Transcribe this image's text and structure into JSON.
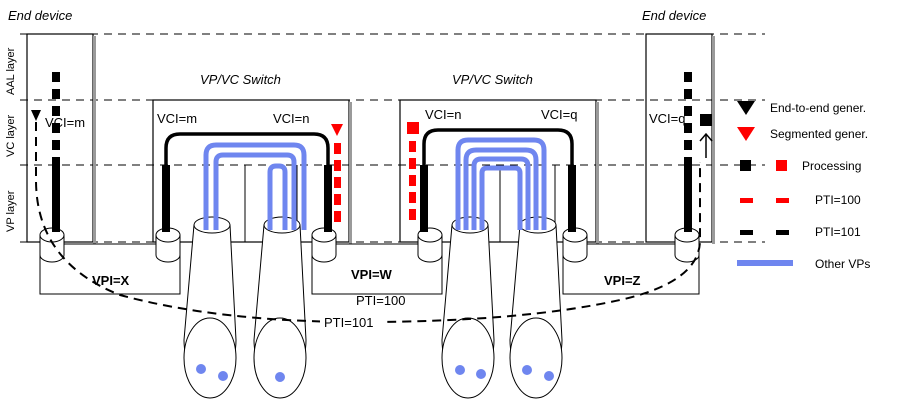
{
  "titles": {
    "end_device_left": "End device",
    "end_device_right": "End device",
    "switch_1": "VP/VC Switch",
    "switch_2": "VP/VC Switch"
  },
  "layers": {
    "aal": "AAL layer",
    "vc": "VC layer",
    "vp": "VP layer"
  },
  "vci_labels": {
    "left_device": "VCI=m",
    "switch1_left": "VCI=m",
    "switch1_right": "VCI=n",
    "switch2_left": "VCI=n",
    "switch2_right": "VCI=q",
    "right_device": "VCI=q"
  },
  "vpi_labels": {
    "x": "VPI=X",
    "w": "VPI=W",
    "z": "VPI=Z"
  },
  "pti_labels": {
    "pti100": "PTI=100",
    "pti101": "PTI=101"
  },
  "legend": [
    {
      "icon": "black-triangle",
      "label": "End-to-end gener.",
      "color": "#000000"
    },
    {
      "icon": "red-triangle",
      "label": "Segmented gener.",
      "color": "#ff0000"
    },
    {
      "icon": "processing-squares",
      "label": "Processing",
      "colors": [
        "#000000",
        "#ff0000"
      ]
    },
    {
      "icon": "red-dashes",
      "label": "PTI=100",
      "color": "#ff0000"
    },
    {
      "icon": "black-dashes",
      "label": "PTI=101",
      "color": "#000000"
    },
    {
      "icon": "blue-line",
      "label": "Other VPs",
      "color": "#6f86ef"
    }
  ],
  "colors": {
    "red": "#ff0000",
    "blue": "#6f86ef",
    "black": "#000000"
  }
}
